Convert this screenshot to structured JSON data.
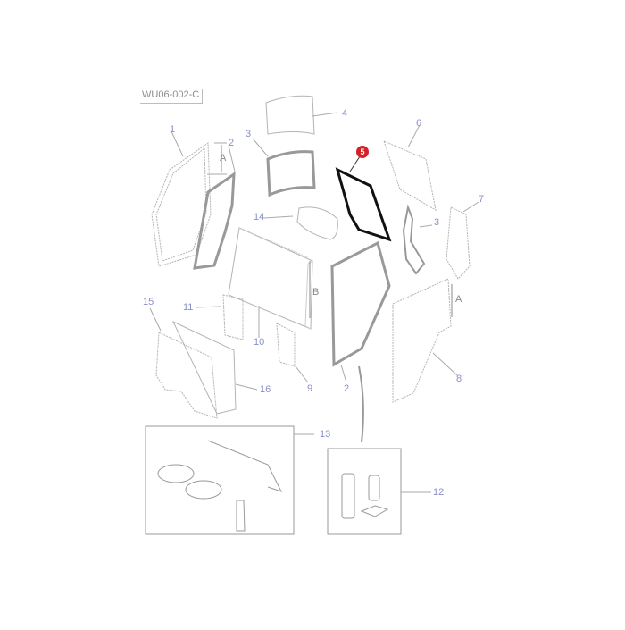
{
  "diagram": {
    "reference_code": "WU06-002-C",
    "highlighted_part": "5",
    "highlight_color": "#d42027",
    "label_color": "#8a8fc8",
    "dimension_labels": [
      "A",
      "A",
      "B"
    ],
    "callouts": [
      {
        "id": "1",
        "label": "1"
      },
      {
        "id": "2a",
        "label": "2"
      },
      {
        "id": "2b",
        "label": "2"
      },
      {
        "id": "3a",
        "label": "3"
      },
      {
        "id": "3b",
        "label": "3"
      },
      {
        "id": "4",
        "label": "4"
      },
      {
        "id": "5",
        "label": "5"
      },
      {
        "id": "6",
        "label": "6"
      },
      {
        "id": "7",
        "label": "7"
      },
      {
        "id": "8",
        "label": "8"
      },
      {
        "id": "9",
        "label": "9"
      },
      {
        "id": "10",
        "label": "10"
      },
      {
        "id": "11",
        "label": "11"
      },
      {
        "id": "12",
        "label": "12"
      },
      {
        "id": "13",
        "label": "13"
      },
      {
        "id": "14",
        "label": "14"
      },
      {
        "id": "15",
        "label": "15"
      },
      {
        "id": "16",
        "label": "16"
      }
    ]
  }
}
